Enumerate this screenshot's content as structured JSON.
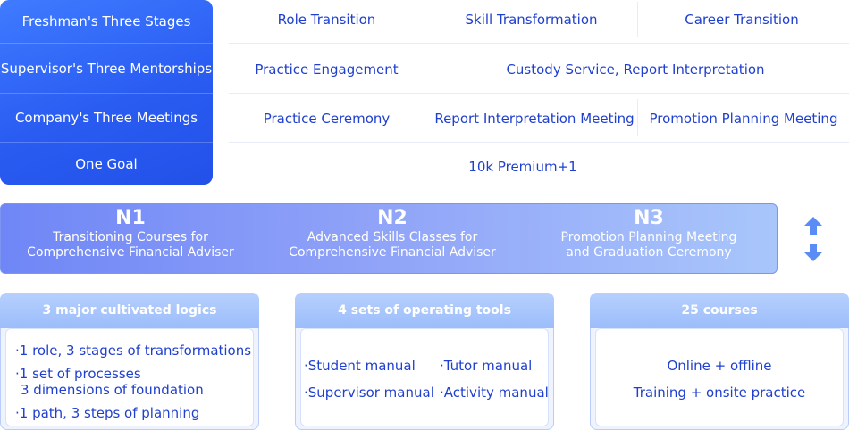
{
  "left_column": [
    "Freshman's Three Stages",
    "Supervisor's Three Mentorships",
    "Company's Three Meetings",
    "One Goal"
  ],
  "rows": {
    "r1": [
      "Role Transition",
      "Skill Transformation",
      "Career Transition"
    ],
    "r2": [
      "Practice Engagement",
      "Custody Service, Report Interpretation"
    ],
    "r3": [
      "Practice Ceremony",
      "Report Interpretation Meeting",
      "Promotion Planning Meeting"
    ],
    "r4": "10k Premium+1"
  },
  "stages": [
    {
      "num": "N1",
      "line1": "Transitioning Courses for",
      "line2": "Comprehensive Financial Adviser"
    },
    {
      "num": "N2",
      "line1": "Advanced Skills Classes for",
      "line2": "Comprehensive Financial Adviser"
    },
    {
      "num": "N3",
      "line1": "Promotion Planning Meeting",
      "line2": "and Graduation Ceremony"
    }
  ],
  "cards": [
    {
      "title": "3 major cultivated logics",
      "items": [
        "·1 role, 3 stages of transformations",
        "·1 set of processes",
        "3 dimensions of foundation",
        "·1 path, 3 steps of planning"
      ]
    },
    {
      "title": "4 sets of operating tools",
      "items": [
        "·Student manual",
        "·Tutor manual",
        "·Supervisor manual",
        "·Activity manual"
      ]
    },
    {
      "title": "25 courses",
      "items": [
        "Online + offline",
        "Training + onsite practice"
      ]
    }
  ],
  "colors": {
    "accent": "#2a5cf2",
    "text_blue": "#1f3fcf",
    "card_head": "#9cbdfb"
  },
  "icons": {
    "up": "arrow-up-icon",
    "down": "arrow-down-icon"
  }
}
